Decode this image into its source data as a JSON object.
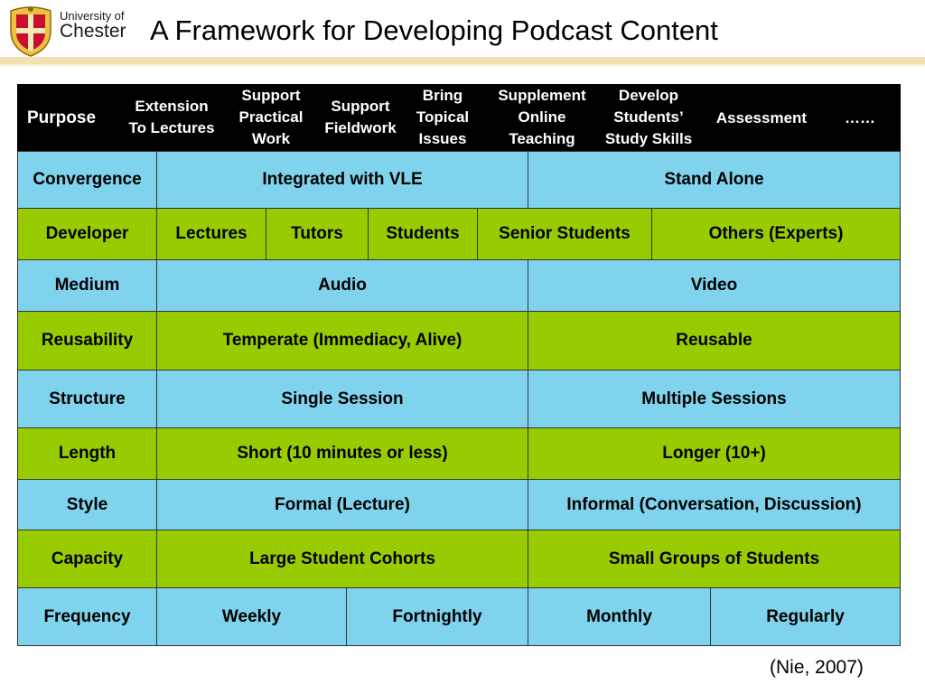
{
  "header": {
    "logo_line1": "University of",
    "logo_line2": "Chester",
    "title": "A Framework for Developing Podcast Content"
  },
  "purpose_row": {
    "label": "Purpose",
    "items": [
      [
        "Extension",
        "To Lectures"
      ],
      [
        "Support",
        "Practical",
        "Work"
      ],
      [
        "Support",
        "Fieldwork"
      ],
      [
        "Bring",
        "Topical",
        "Issues"
      ],
      [
        "Supplement",
        "Online",
        "Teaching"
      ],
      [
        "Develop",
        "Students’",
        "Study Skills"
      ],
      [
        "Assessment"
      ],
      [
        "……"
      ]
    ]
  },
  "rows": [
    {
      "label": "Convergence",
      "cells": [
        "Integrated with VLE",
        "Stand Alone"
      ]
    },
    {
      "label": "Developer",
      "cells": [
        "Lectures",
        "Tutors",
        "Students",
        "Senior Students",
        "Others (Experts)"
      ]
    },
    {
      "label": "Medium",
      "cells": [
        "Audio",
        "Video"
      ]
    },
    {
      "label": "Reusability",
      "cells": [
        "Temperate (Immediacy, Alive)",
        "Reusable"
      ]
    },
    {
      "label": "Structure",
      "cells": [
        "Single Session",
        "Multiple Sessions"
      ]
    },
    {
      "label": "Length",
      "cells": [
        "Short (10 minutes or less)",
        "Longer (10+)"
      ]
    },
    {
      "label": "Style",
      "cells": [
        "Formal (Lecture)",
        "Informal (Conversation, Discussion)"
      ]
    },
    {
      "label": "Capacity",
      "cells": [
        "Large Student Cohorts",
        "Small Groups of Students"
      ]
    },
    {
      "label": "Frequency",
      "cells": [
        "Weekly",
        "Fortnightly",
        "Monthly",
        "Regularly"
      ]
    }
  ],
  "citation": "(Nie, 2007)",
  "colors": {
    "blue_row": "#7fd3ec",
    "green_row": "#99cc00",
    "header_bg": "#000000",
    "band": "#f3e2b0"
  }
}
